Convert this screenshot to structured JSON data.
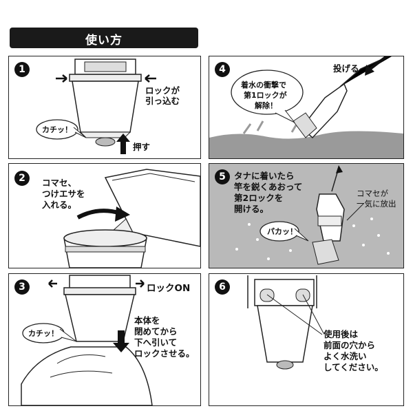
{
  "title": "使い方",
  "steps": [
    {
      "number": "1",
      "lines": [
        "ロックが",
        "引っ込む"
      ],
      "bubble": "カチッ！",
      "push": "押す"
    },
    {
      "number": "2",
      "lines": [
        "コマセ、",
        "つけエサを",
        "入れる。"
      ]
    },
    {
      "number": "3",
      "lock_on": "ロックON",
      "lines": [
        "本体を",
        "閉めてから",
        "下へ引いて",
        "ロックさせる。"
      ],
      "bubble": "カチッ！"
    },
    {
      "number": "4",
      "throw": "投げる",
      "bubble_lines": [
        "着水の衝撃で",
        "第1ロックが",
        "解除！"
      ]
    },
    {
      "number": "5",
      "lines": [
        "タナに着いたら",
        "竿を鋭くあおって",
        "第2ロックを",
        "開ける。"
      ],
      "bubble": "パカッ！",
      "side_lines": [
        "コマセが",
        "一気に放出"
      ]
    },
    {
      "number": "6",
      "lines": [
        "使用後は",
        "前面の穴から",
        "よく水洗い",
        "してください。"
      ]
    }
  ]
}
